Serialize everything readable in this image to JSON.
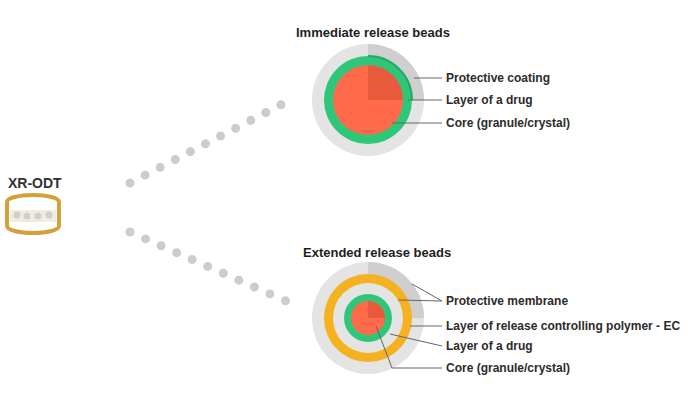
{
  "diagram": {
    "labels": [
      "XR-ODT",
      "Immediate release beads",
      "Protective coating",
      "Layer of a drug",
      "Core (granule/crystal)",
      "Extended release beads",
      "Protective membrane",
      "Layer of release controlling polymer - EC",
      "Layer of a drug",
      "Core (granule/crystal)"
    ]
  }
}
